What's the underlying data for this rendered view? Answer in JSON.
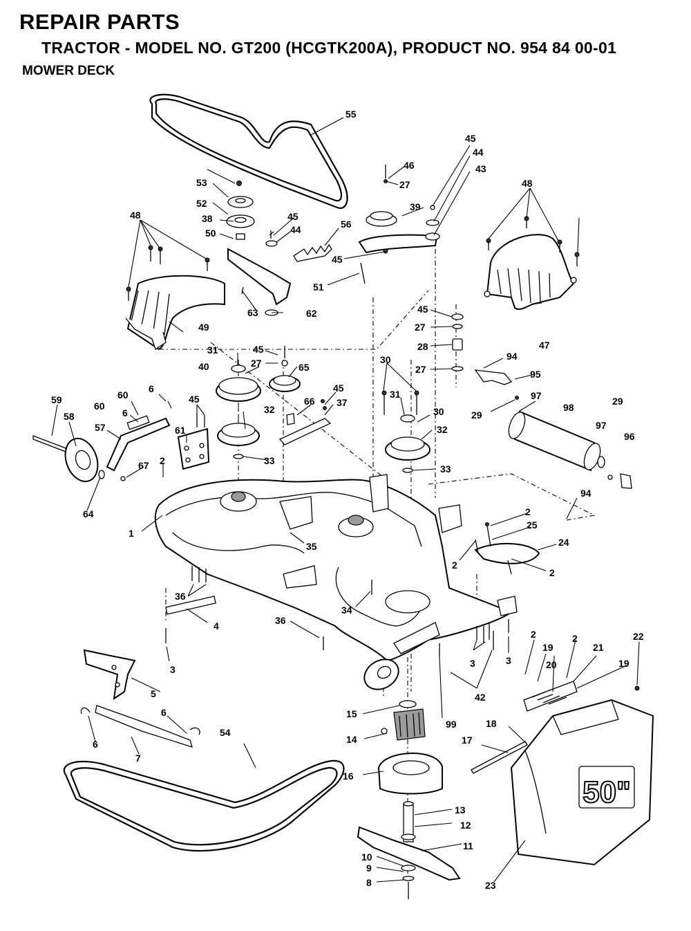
{
  "header": {
    "title": "REPAIR PARTS",
    "subtitle": "TRACTOR - MODEL NO. GT200 (HCGTK200A), PRODUCT NO. 954 84 00-01",
    "section": "MOWER DECK"
  },
  "diagram": {
    "chute_marking": "50\"",
    "callouts": [
      "55",
      "45",
      "46",
      "27",
      "44",
      "43",
      "53",
      "39",
      "52",
      "45",
      "44",
      "38",
      "56",
      "48",
      "48",
      "50",
      "45",
      "51",
      "63",
      "62",
      "49",
      "47",
      "45",
      "27",
      "28",
      "31",
      "45",
      "27",
      "65",
      "40",
      "27",
      "94",
      "30",
      "95",
      "6",
      "45",
      "32",
      "31",
      "30",
      "60",
      "60",
      "6",
      "45",
      "66",
      "37",
      "97",
      "29",
      "59",
      "58",
      "57",
      "61",
      "32",
      "29",
      "98",
      "97",
      "96",
      "2",
      "67",
      "33",
      "33",
      "64",
      "94",
      "1",
      "2",
      "25",
      "35",
      "24",
      "2",
      "2",
      "36",
      "34",
      "4",
      "36",
      "3",
      "3",
      "3",
      "2",
      "19",
      "2",
      "21",
      "22",
      "19",
      "20",
      "5",
      "6",
      "15",
      "99",
      "42",
      "18",
      "14",
      "17",
      "6",
      "54",
      "7",
      "16",
      "13",
      "12",
      "11",
      "10",
      "9",
      "8",
      "23"
    ]
  }
}
